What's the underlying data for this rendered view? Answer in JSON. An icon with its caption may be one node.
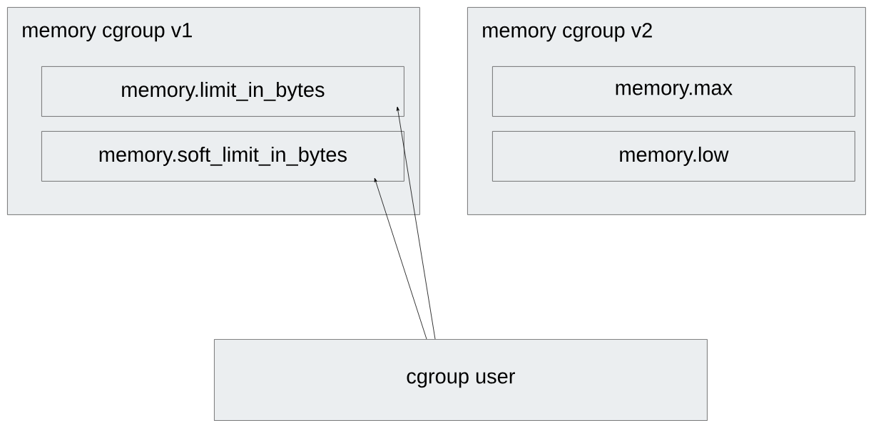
{
  "diagram": {
    "nodes": [
      {
        "text": [
          "memory cgroup v1"
        ]
      },
      {
        "text": [
          "memory.limit_in_bytes"
        ],
        "in": 0
      },
      {
        "text": [
          "memory.soft_limit_in_bytes"
        ],
        "in": 0
      },
      {
        "text": [
          "memory cgroup v2"
        ]
      },
      {
        "text": [
          "memory.max"
        ],
        "in": 3
      },
      {
        "text": [
          "memory.low"
        ],
        "in": 3
      },
      {
        "text": [
          "cgroup user"
        ]
      }
    ],
    "edges": [
      {
        "from": 6,
        "to": 1,
        "arrow": "to"
      },
      {
        "from": 6,
        "to": 2,
        "arrow": "to"
      }
    ]
  }
}
